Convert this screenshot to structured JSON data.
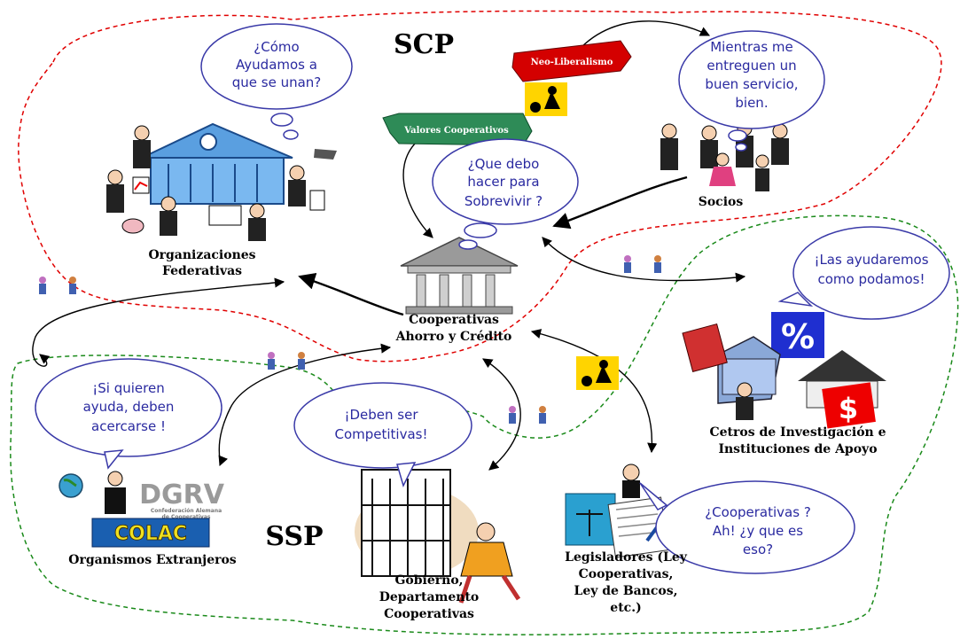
{
  "zones": {
    "scp": "SCP",
    "ssp": "SSP"
  },
  "ribbons": {
    "neoliberalismo": "Neo-Liberalismo",
    "valores": "Valores Cooperativos"
  },
  "bubbles": {
    "federativas": [
      "¿Cómo",
      "Ayudamos a",
      "que se unan?"
    ],
    "socios": [
      "Mientras me",
      "entreguen un",
      "buen servicio,",
      "bien."
    ],
    "cooperativas": [
      "¿Que debo",
      "hacer para",
      "Sobrevivir ?"
    ],
    "centros": [
      "¡Las ayudaremos",
      "como podamos!"
    ],
    "extranjeros": [
      "¡Si quieren",
      "ayuda, deben",
      "acercarse !"
    ],
    "gobierno": [
      "¡Deben ser",
      "Competitivas!"
    ],
    "legisladores": [
      "¿Cooperativas ?",
      "Ah! ¿y que es",
      "eso?"
    ]
  },
  "labels": {
    "federativas": [
      "Organizaciones",
      "Federativas"
    ],
    "socios": [
      "Socios"
    ],
    "cooperativas": [
      "Cooperativas",
      "Ahorro y Crédito"
    ],
    "centros": [
      "Cetros de Investigación e",
      "Instituciones de Apoyo"
    ],
    "extranjeros": [
      "Organismos Extranjeros"
    ],
    "gobierno": [
      "Gobierno,",
      "Departamento",
      "Cooperativas"
    ],
    "legisladores": [
      "Legisladores (Ley",
      "Cooperativas,",
      "Ley de Bancos,",
      "etc.)"
    ]
  },
  "logos": {
    "dgrv": "DGRV",
    "dgrv_sub": [
      "Confederación Alemana",
      "de Cooperativas"
    ],
    "colac": "COLAC",
    "percent": "%",
    "dollar": "$"
  },
  "colors": {
    "scp_boundary": "#e00000",
    "ssp_boundary": "#1a8a1a",
    "bubble_text": "#2a2aa0",
    "ribbon_red": "#d40000",
    "ribbon_green": "#2e8b57"
  }
}
